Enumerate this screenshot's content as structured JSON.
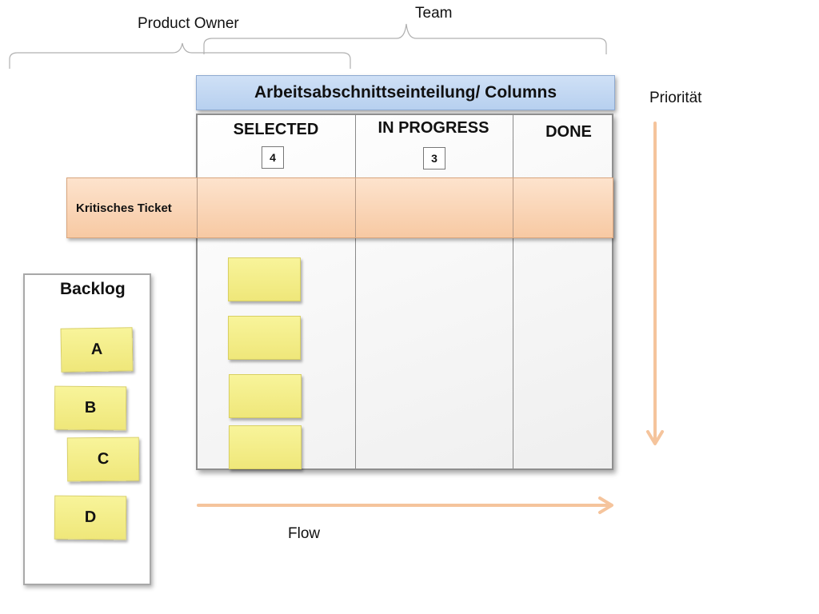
{
  "braces": {
    "team_label": "Team",
    "product_owner_label": "Product Owner",
    "stroke_color": "#b0b0b0"
  },
  "board": {
    "title": "Arbeitsabschnittseinteilung/ Columns",
    "columns": [
      {
        "name": "SELECTED",
        "wip_limit": "4"
      },
      {
        "name": "IN PROGRESS",
        "wip_limit": "3"
      },
      {
        "name": "DONE"
      }
    ],
    "lane_label": "Kritisches Ticket",
    "header_color": "#c5daf3",
    "lane_color": "#f9d2b2"
  },
  "backlog": {
    "title": "Backlog",
    "cards": [
      "A",
      "B",
      "C",
      "D"
    ]
  },
  "selected_cards_count": 4,
  "sticky_color": "#f4ee87",
  "arrows": {
    "priority_label": "Priorität",
    "flow_label": "Flow",
    "color": "#f5c49c"
  }
}
